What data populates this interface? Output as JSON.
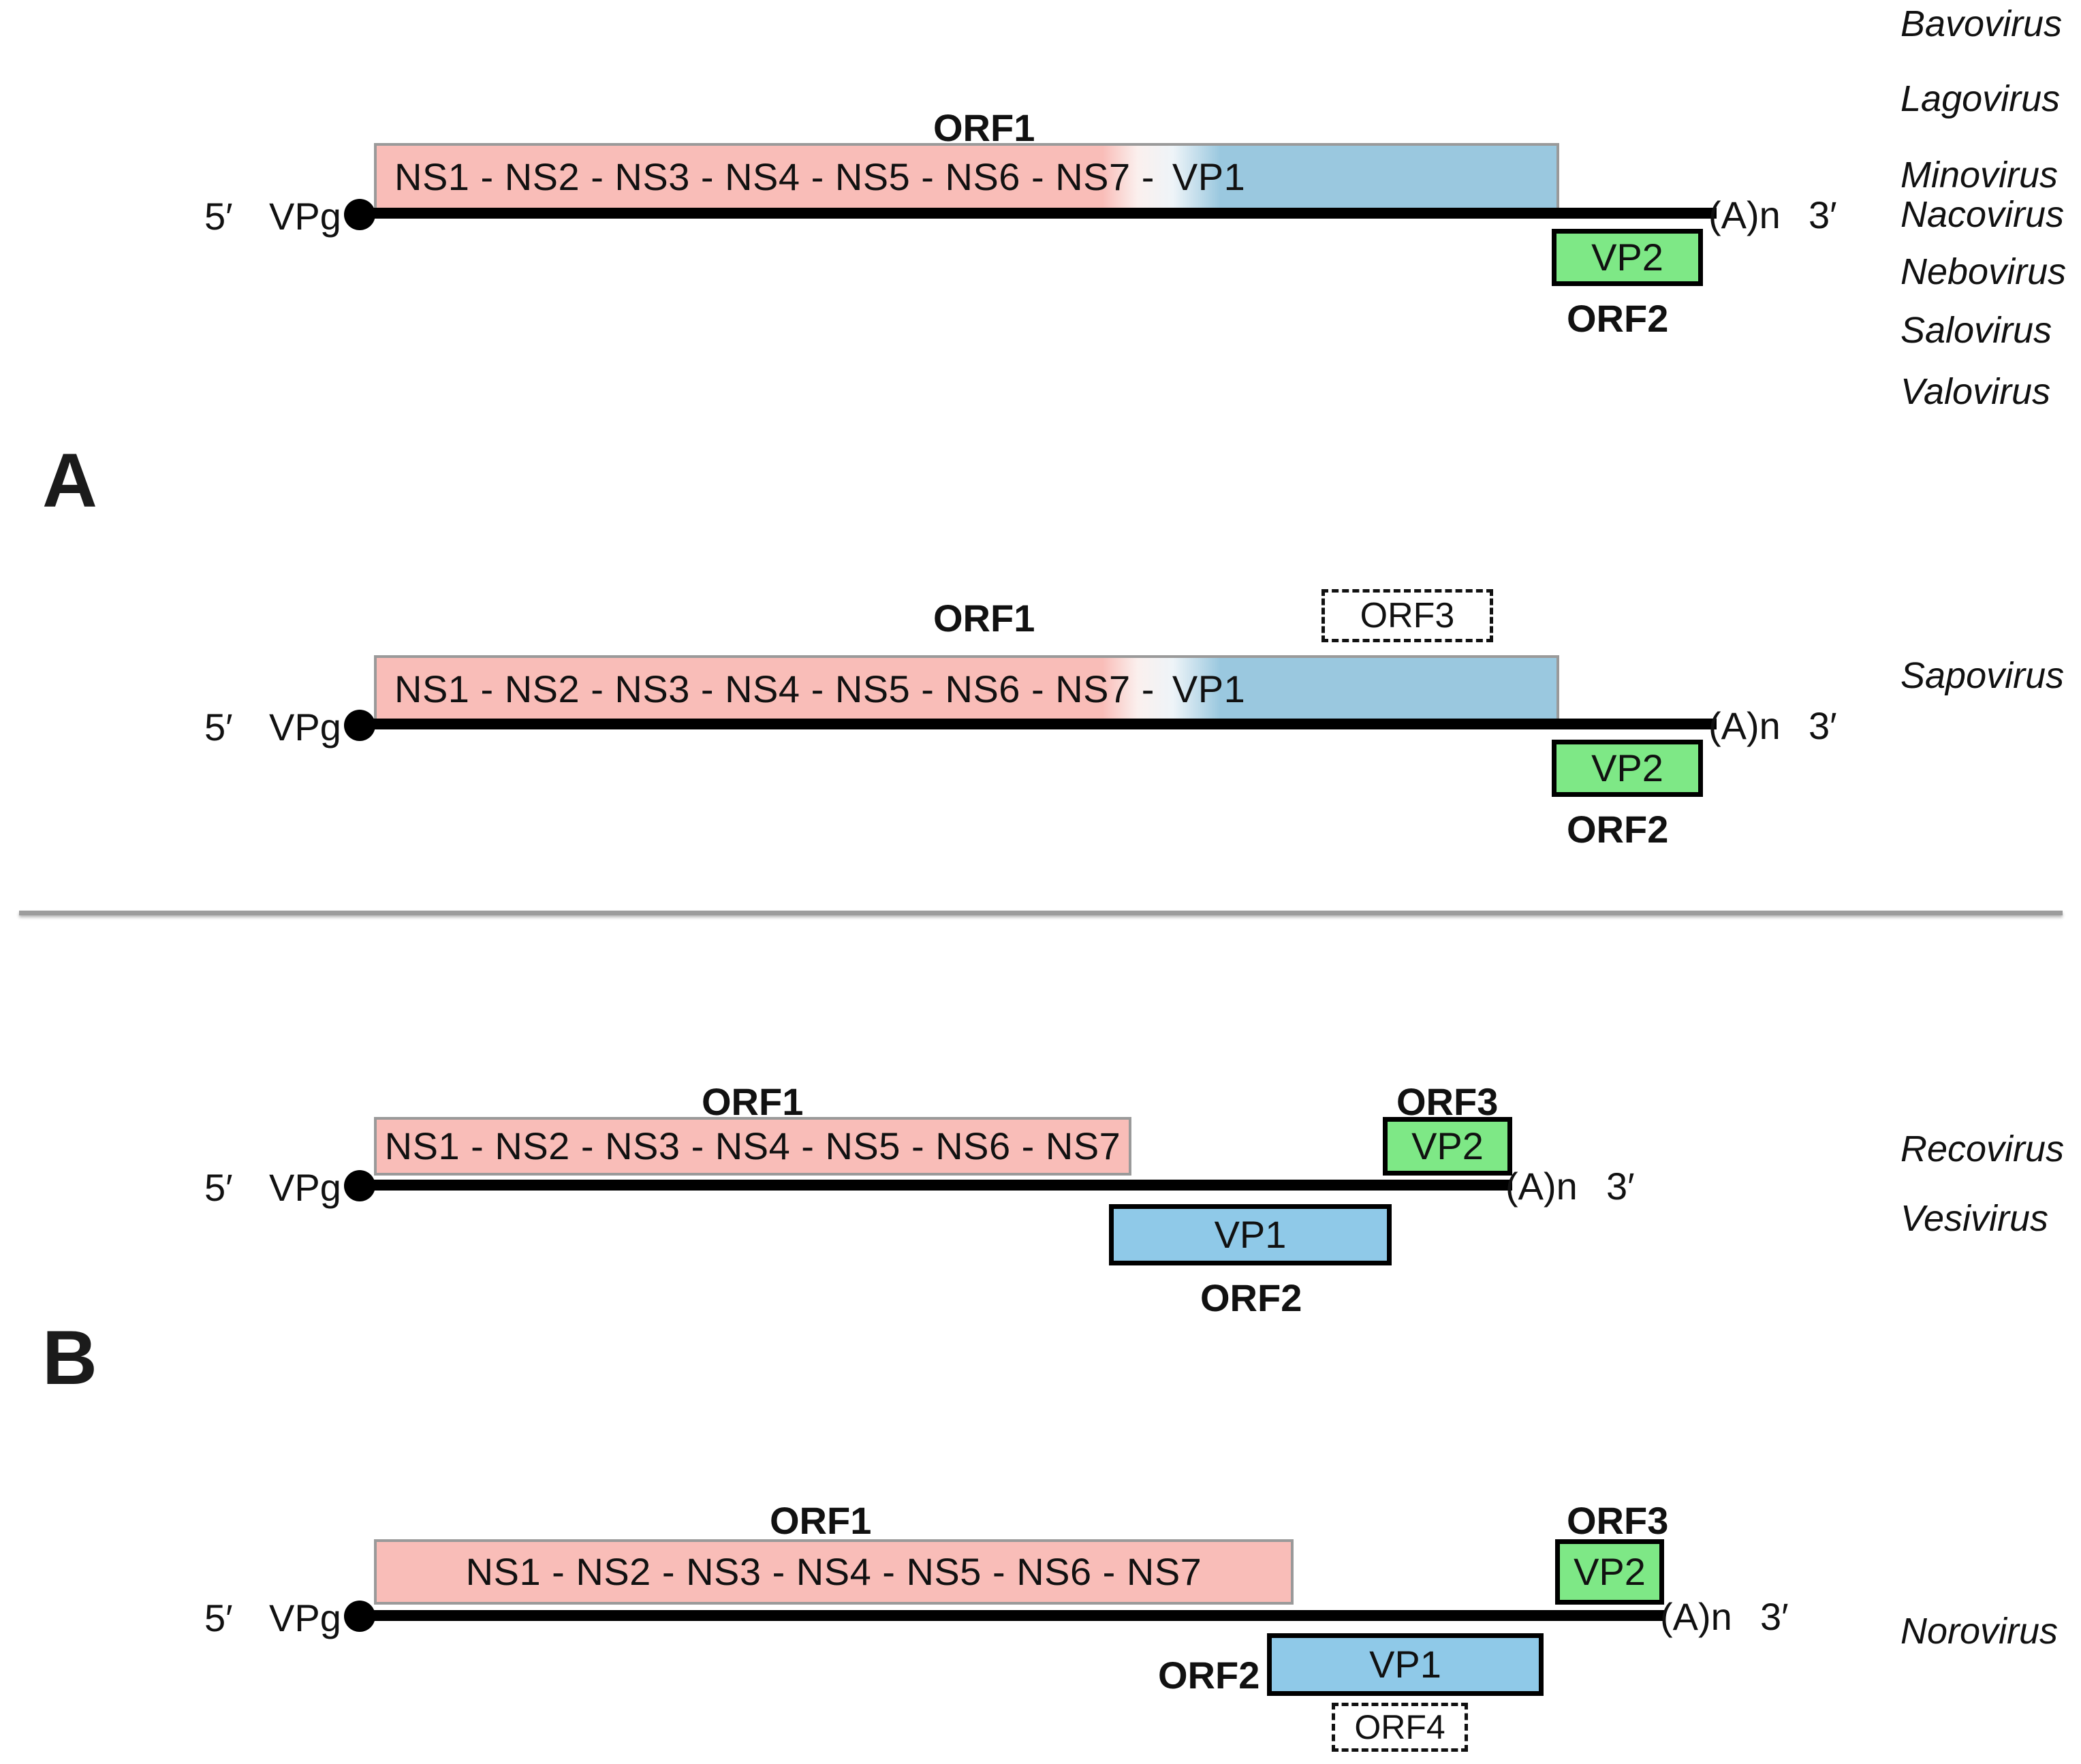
{
  "figure": {
    "panels": [
      {
        "letter": "A",
        "genomes": [
          {
            "id": "genome-a1",
            "five_prime_label": "5′",
            "vpg_label": "VPg",
            "poly_a_label": "(A)n",
            "three_prime_label": "3′",
            "orf1_caption": "ORF1",
            "orf1_text": "NS1 - NS2 - NS3 - NS4 - NS5 - NS6 - NS7 -",
            "vp1_label": "VP1",
            "vp2_label": "VP2",
            "orf2_caption": "ORF2",
            "genera": [
              "Bavovirus",
              "Lagovirus",
              "Minovirus",
              "Nacovirus",
              "Nebovirus",
              "Salovirus",
              "Valovirus"
            ]
          },
          {
            "id": "genome-a2",
            "five_prime_label": "5′",
            "vpg_label": "VPg",
            "poly_a_label": "(A)n",
            "three_prime_label": "3′",
            "orf1_caption": "ORF1",
            "orf1_text": "NS1 - NS2 - NS3 - NS4 - NS5 - NS6 - NS7 -",
            "vp1_label": "VP1",
            "vp2_label": "VP2",
            "orf2_caption": "ORF2",
            "orf3_label": "ORF3",
            "genera": [
              "Sapovirus"
            ]
          }
        ]
      },
      {
        "letter": "B",
        "genomes": [
          {
            "id": "genome-b1",
            "five_prime_label": "5′",
            "vpg_label": "VPg",
            "poly_a_label": "(A)n",
            "three_prime_label": "3′",
            "orf1_caption": "ORF1",
            "orf1_text": "NS1 - NS2 - NS3 - NS4 - NS5 - NS6 - NS7",
            "vp1_label": "VP1",
            "orf2_caption": "ORF2",
            "vp2_label": "VP2",
            "orf3_caption": "ORF3",
            "genera": [
              "Recovirus",
              "Vesivirus"
            ]
          },
          {
            "id": "genome-b2",
            "five_prime_label": "5′",
            "vpg_label": "VPg",
            "poly_a_label": "(A)n",
            "three_prime_label": "3′",
            "orf1_caption": "ORF1",
            "orf1_text": "NS1 - NS2 - NS3 - NS4 - NS5 - NS6 - NS7",
            "vp1_label": "VP1",
            "orf2_caption": "ORF2",
            "vp2_label": "VP2",
            "orf3_caption": "ORF3",
            "orf4_label": "ORF4",
            "genera": [
              "Norovirus"
            ]
          }
        ]
      }
    ],
    "colors": {
      "nonstructural_pink": "#f9bdb8",
      "vp1_blue": "#8fc9e8",
      "vp1_blue_fused": "#9ac8df",
      "vp2_green": "#7ee886",
      "outline_black": "#000000",
      "thin_frame_gray": "#9a9a9a",
      "divider_gray": "#9c9c9c",
      "background": "#ffffff"
    }
  }
}
